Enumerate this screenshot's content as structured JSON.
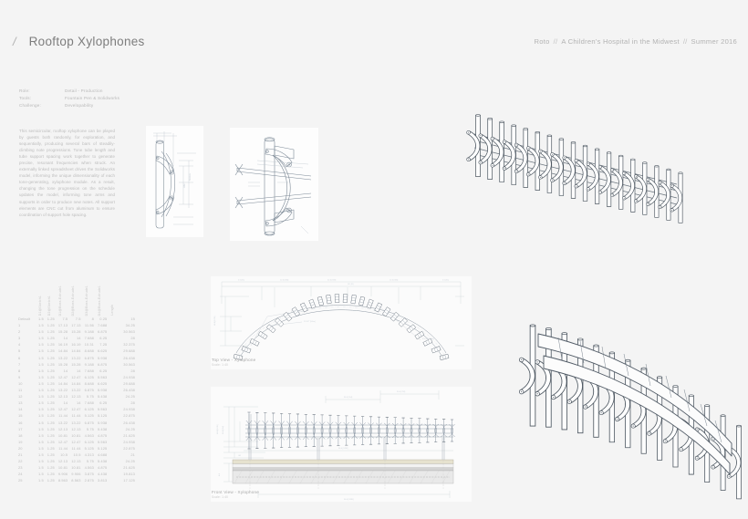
{
  "header": {
    "slash": "/",
    "title": "Rooftop Xylophones",
    "studio": "Roto",
    "sep1": "//",
    "client": "A Children's Hospital in the Midwest",
    "sep2": "//",
    "date": "Summer 2016"
  },
  "meta": [
    {
      "key": "Role:",
      "value": "Detail - Production"
    },
    {
      "key": "Tools:",
      "value": "Fountain Pen & Solidworks"
    },
    {
      "key": "Challenge:",
      "value": "Developability"
    }
  ],
  "description": "This semicircular, rooftop xylophone can be played by guests both randomly, for exploration, and sequentially, producing several bars of steadily-climbing note progressions. Tone tube length and tube support spacing work together to generate precise, resonant frequencies when struck. An externally linked spreadsheet drives the Solidworks model, informing the unique dimensionality of each tone-generating, xylophone module. As a result, changing the tone progression on the schedule updates the model, informing tone arms and supports in order to produce new notes. All support elements are CNC cut from aluminum to ensure coordination of support hole spacing.",
  "table": {
    "headers": [
      "D1@Sketch1",
      "D2@Sketch1",
      "D1@Boss-Extrude1",
      "D2@Boss-Extrude1",
      "D3@Boss-Extrude1",
      "D4@Boss-Extrude1",
      "Length"
    ],
    "rows": [
      {
        "idx": "Default",
        "v": [
          "1.5",
          "1.25",
          "7.5",
          "7.5",
          "8",
          "0.25"
        ],
        "last": "15"
      },
      {
        "idx": "1",
        "v": [
          "1.5",
          "1.25",
          "17.13",
          "17.13",
          "11.56",
          "7.688"
        ],
        "last": "34.25"
      },
      {
        "idx": "2",
        "v": [
          "1.5",
          "1.25",
          "15.28",
          "15.28",
          "9.188",
          "6.875"
        ],
        "last": "30.563"
      },
      {
        "idx": "3",
        "v": [
          "1.5",
          "1.25",
          "14",
          "14",
          "7.688",
          "6.25"
        ],
        "last": "28"
      },
      {
        "idx": "4",
        "v": [
          "1.5",
          "1.25",
          "16.19",
          "16.19",
          "10.31",
          "7.25"
        ],
        "last": "32.375"
      },
      {
        "idx": "5",
        "v": [
          "1.5",
          "1.25",
          "14.84",
          "14.84",
          "8.688",
          "6.625"
        ],
        "last": "29.688"
      },
      {
        "idx": "6",
        "v": [
          "1.5",
          "1.25",
          "13.22",
          "13.22",
          "6.875",
          "5.938"
        ],
        "last": "26.438"
      },
      {
        "idx": "7",
        "v": [
          "1.5",
          "1.25",
          "15.28",
          "15.28",
          "9.188",
          "6.875"
        ],
        "last": "30.563"
      },
      {
        "idx": "8",
        "v": [
          "1.5",
          "1.25",
          "14",
          "14",
          "7.688",
          "6.25"
        ],
        "last": "28"
      },
      {
        "idx": "9",
        "v": [
          "1.5",
          "1.25",
          "12.47",
          "12.47",
          "6.125",
          "5.563"
        ],
        "last": "24.938"
      },
      {
        "idx": "10",
        "v": [
          "1.5",
          "1.25",
          "14.84",
          "14.84",
          "8.688",
          "6.625"
        ],
        "last": "29.688"
      },
      {
        "idx": "11",
        "v": [
          "1.5",
          "1.25",
          "13.22",
          "13.22",
          "6.875",
          "5.938"
        ],
        "last": "26.438"
      },
      {
        "idx": "12",
        "v": [
          "1.5",
          "1.25",
          "12.13",
          "12.13",
          "5.75",
          "5.438"
        ],
        "last": "24.25"
      },
      {
        "idx": "13",
        "v": [
          "1.5",
          "1.25",
          "14",
          "14",
          "7.688",
          "6.25"
        ],
        "last": "28"
      },
      {
        "idx": "14",
        "v": [
          "1.5",
          "1.25",
          "12.47",
          "12.47",
          "6.125",
          "5.563"
        ],
        "last": "24.938"
      },
      {
        "idx": "15",
        "v": [
          "1.5",
          "1.25",
          "11.44",
          "11.44",
          "5.125",
          "5.125"
        ],
        "last": "22.875"
      },
      {
        "idx": "16",
        "v": [
          "1.5",
          "1.25",
          "13.22",
          "13.22",
          "6.875",
          "5.938"
        ],
        "last": "26.438"
      },
      {
        "idx": "17",
        "v": [
          "1.5",
          "1.25",
          "12.13",
          "12.13",
          "5.75",
          "5.438"
        ],
        "last": "24.25"
      },
      {
        "idx": "18",
        "v": [
          "1.5",
          "1.25",
          "10.81",
          "10.81",
          "4.563",
          "4.875"
        ],
        "last": "21.625"
      },
      {
        "idx": "19",
        "v": [
          "1.5",
          "1.25",
          "12.47",
          "12.47",
          "6.125",
          "5.563"
        ],
        "last": "24.938"
      },
      {
        "idx": "20",
        "v": [
          "1.5",
          "1.25",
          "11.44",
          "11.44",
          "5.125",
          "5.125"
        ],
        "last": "22.875"
      },
      {
        "idx": "21",
        "v": [
          "1.5",
          "1.25",
          "10.5",
          "10.5",
          "4.313",
          "4.688"
        ],
        "last": "21"
      },
      {
        "idx": "22",
        "v": [
          "1.5",
          "1.25",
          "12.13",
          "12.13",
          "5.75",
          "5.438"
        ],
        "last": "24.25"
      },
      {
        "idx": "23",
        "v": [
          "1.5",
          "1.25",
          "10.81",
          "10.81",
          "4.563",
          "4.875"
        ],
        "last": "21.625"
      },
      {
        "idx": "24",
        "v": [
          "1.5",
          "1.25",
          "9.906",
          "9.906",
          "3.875",
          "4.438"
        ],
        "last": "19.813"
      },
      {
        "idx": "25",
        "v": [
          "1.5",
          "1.25",
          "8.563",
          "8.563",
          "2.875",
          "3.813"
        ],
        "last": "17.125"
      }
    ]
  },
  "drawings": {
    "top": {
      "label": "Top View - Xylophone",
      "scale": "Scale: 1:40"
    },
    "front": {
      "label": "Front View - Xylophone",
      "scale": "Scale: 1:40"
    }
  },
  "colors": {
    "background": "#f4f4f4",
    "title": "#7d7d7d",
    "body_text": "#bcbcbc",
    "sheet": "#fbfbfb",
    "line": "#6f7a86"
  }
}
